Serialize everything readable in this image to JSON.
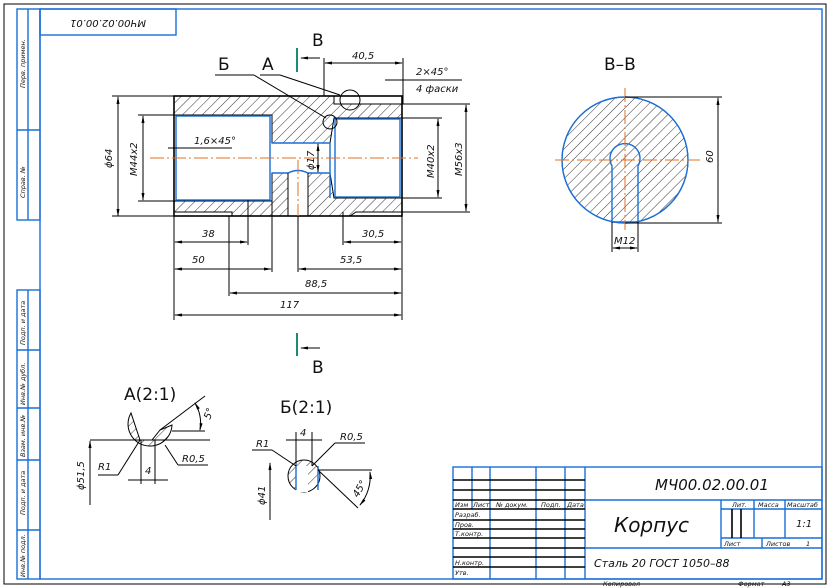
{
  "stamp": {
    "code_rotated": "МЧ00.02.00.01"
  },
  "side_strip": [
    "Перв. примен.",
    "Справ. №",
    "Подп. и дата",
    "Инв.№ дубл.",
    "Взам. инв.№",
    "Подп. и дата",
    "Инв.№ подл."
  ],
  "main_view": {
    "section_letter_top": "В",
    "section_letter_bottom": "В",
    "callout_b": "Б",
    "callout_a": "А",
    "dims": {
      "d64": "ϕ64",
      "m44": "M44x2",
      "chamfer_left": "1,6×45°",
      "d17": "ϕ17",
      "m40": "M40x2",
      "m56": "M56x3",
      "len_40_5": "40,5",
      "chamfer_right": "2×45°",
      "chamfer_note": "4 фаски",
      "len_38": "38",
      "len_30_5": "30,5",
      "len_50": "50",
      "len_53_5": "53,5",
      "len_88_5": "88,5",
      "len_117": "117"
    }
  },
  "section_view": {
    "title": "В–В",
    "dim_60": "60",
    "dim_m12": "M12"
  },
  "detail_a": {
    "title": "А(2:1)",
    "d51_5": "ϕ51,5",
    "r1": "R1",
    "r0_5": "R0,5",
    "w4": "4",
    "angle": "5°"
  },
  "detail_b": {
    "title": "Б(2:1)",
    "d41": "ϕ41",
    "r1": "R1",
    "r0_5": "R0,5",
    "w4": "4",
    "angle": "45°"
  },
  "title_block": {
    "designation": "МЧ00.02.00.01",
    "name": "Корпус",
    "material": "Сталь 20 ГОСТ 1050–88",
    "headers": {
      "izm": "Изм",
      "list": "Лист",
      "doc": "№ докум.",
      "sign": "Подп.",
      "date": "Дата"
    },
    "roles": {
      "razrab": "Разраб.",
      "prov": "Пров.",
      "tkontr": "Т.контр.",
      "nkontr": "Н.контр.",
      "utv": "Утв."
    },
    "lit_label": "Лит.",
    "mass_label": "Масса",
    "scale_label": "Масштаб",
    "scale_value": "1:1",
    "sheet_label": "Лист",
    "sheets_label": "Листов",
    "sheets_value": "1",
    "copied": "Копировал",
    "format_label": "Формат",
    "format_value": "А3"
  }
}
